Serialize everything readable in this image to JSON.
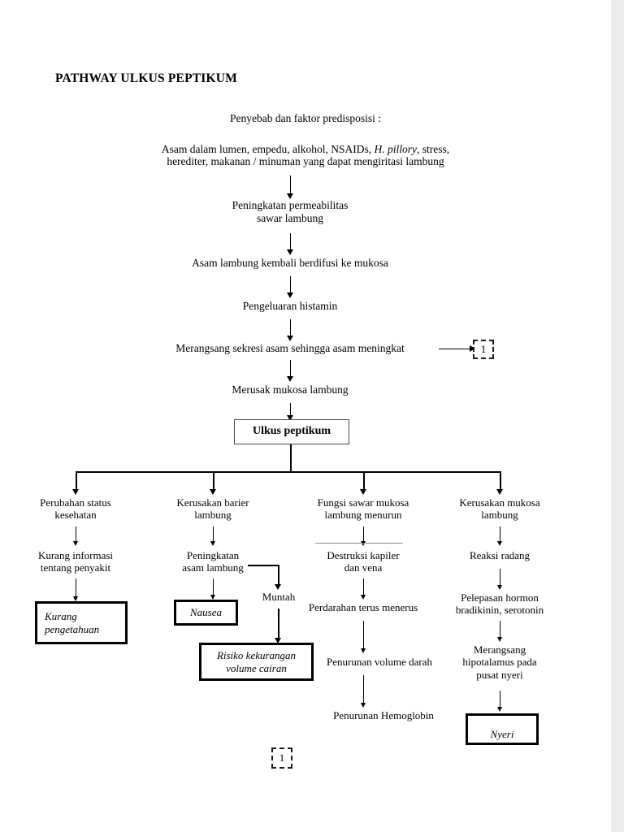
{
  "document": {
    "title": "PATHWAY  ULKUS PEPTIKUM",
    "page_background": "#ffffff",
    "gutter_color": "#ececec",
    "ink_color": "#000000"
  },
  "header": {
    "causes_heading": "Penyebab  dan faktor predisposisi :",
    "causes_line1_a": "Asam dalam lumen, empedu, alkohol, NSAIDs, ",
    "causes_line1_italic": "H. pillory",
    "causes_line1_b": ", stress,",
    "causes_line2": "herediter, makanan / minuman yang dapat mengiritasi lambung"
  },
  "main_chain": {
    "step1": "Peningkatan permeabilitas\nsawar lambung",
    "step2": "Asam lambung kembali berdifusi ke mukosa",
    "step3": "Pengeluaran histamin",
    "step4": "Merangsang sekresi asam sehingga asam meningkat",
    "step5": "Merusak mukosa lambung",
    "diagnosis_box": "Ulkus peptikum"
  },
  "connectors": {
    "offpage_ref_right": "1",
    "offpage_ref_bottom": "1"
  },
  "branches": [
    {
      "id": "perubahan-status",
      "heading": "Perubahan status\nkesehatan",
      "step": "Kurang informasi\ntentang penyakit",
      "outcome": "Kurang\npengetahuan"
    },
    {
      "id": "kerusakan-barier",
      "heading": "Kerusakan barier\nlambung",
      "step": "Peningkatan\nasam lambung",
      "outcome": "Nausea",
      "side_step": "Muntah",
      "side_outcome": "Risiko kekurangan\nvolume cairan"
    },
    {
      "id": "fungsi-sawar",
      "heading": "Fungsi sawar mukosa\nlambung menurun",
      "step1": "Destruksi kapiler\ndan vena",
      "step2": "Perdarahan terus menerus",
      "step3": "Penurunan volume darah",
      "step4": "Penurunan Hemoglobin"
    },
    {
      "id": "kerusakan-mukosa",
      "heading": "Kerusakan mukosa\nlambung",
      "step1": "Reaksi radang",
      "step2": "Pelepasan hormon\nbradikinin, serotonin",
      "step3": "Merangsang\nhipotalamus pada\npusat nyeri",
      "outcome": "Nyeri"
    }
  ]
}
